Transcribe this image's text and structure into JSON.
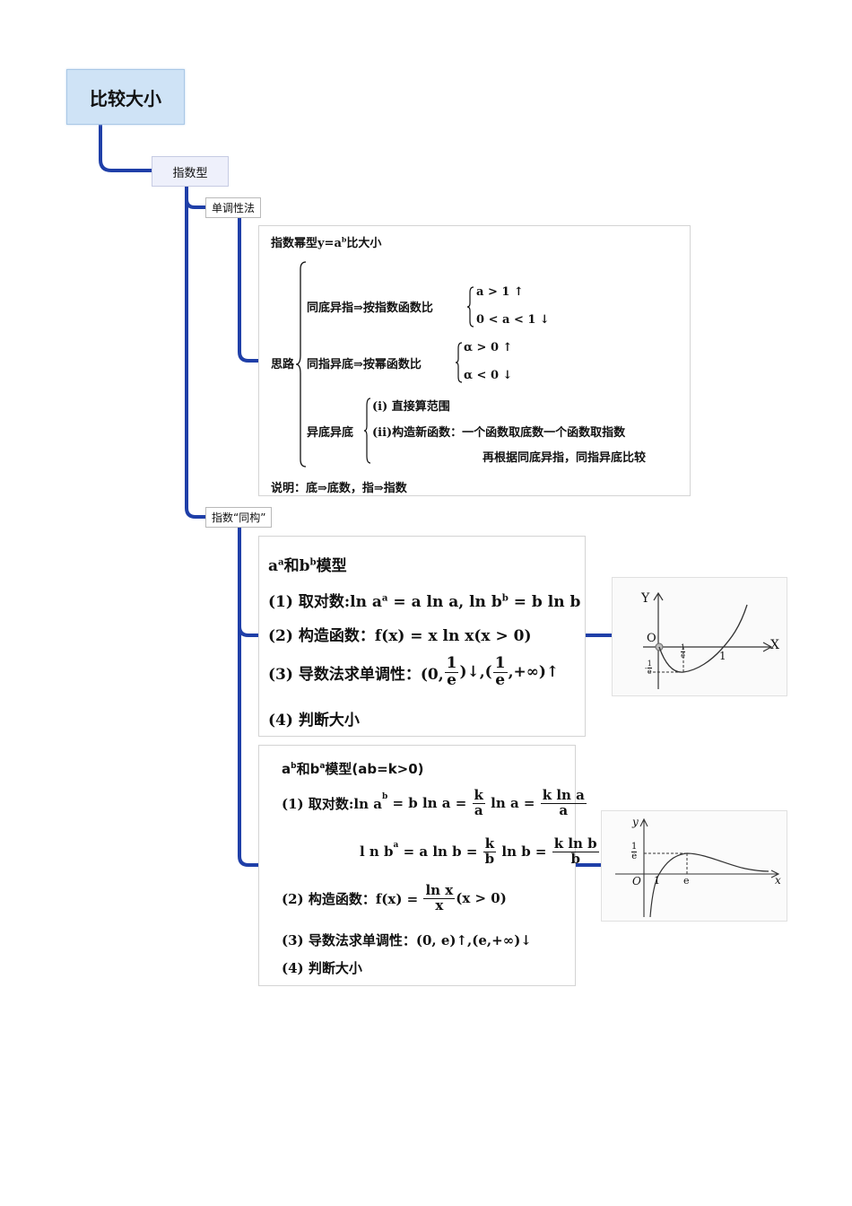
{
  "root": {
    "label": "比较大小"
  },
  "branch": {
    "label": "指数型"
  },
  "method1": {
    "label": "单调性法",
    "title_pre": "指数幂型y=a",
    "title_sup": "b",
    "title_post": "比大小",
    "thinking_label": "思路",
    "case1_text": "同底异指⇒按指数函数比",
    "case1_a": "a > 1 ↑",
    "case1_b": "0 < a < 1 ↓",
    "case2_text": "同指异底⇒按幂函数比",
    "case2_a": "α > 0 ↑",
    "case2_b": "α < 0 ↓",
    "case3_text": "异底异底",
    "case3_i": "(i) 直接算范围",
    "case3_ii": "(ii)构造新函数：一个函数取底数一个函数取指数",
    "case3_ii_cont": "再根据同底异指，同指异底比较",
    "note": "说明：底⇒底数，指⇒指数"
  },
  "method2": {
    "label": "指数“同构”",
    "model1": {
      "title_a": "a",
      "title_a_sup": "a",
      "title_mid": "和b",
      "title_b_sup": "b",
      "title_end": "模型",
      "step1": "(1) 取对数:ln a",
      "step1_sup1": "a",
      "step1_mid": " = a ln a, ln b",
      "step1_sup2": "b",
      "step1_end": " = b ln b",
      "step2": "(2) 构造函数：f(x) = x ln x(x > 0)",
      "step3_pre": "(3) 导数法求单调性：(0,",
      "step3_mid": ")↓,(",
      "step3_end": ",+∞)↑",
      "frac_num": "1",
      "frac_den": "e",
      "step4": "(4) 判断大小",
      "graph": {
        "y_label": "Y",
        "x_label": "X",
        "origin": "O",
        "x_tick": "1",
        "x_tick_frac_num": "1",
        "x_tick_frac_den": "e",
        "y_tick_num": "1",
        "y_tick_den": "e",
        "y_tick_sign": "-"
      }
    },
    "model2": {
      "title_a": "a",
      "title_a_sup": "b",
      "title_mid": "和b",
      "title_b_sup": "a",
      "title_end": "模型(ab=k>0)",
      "step1_pre": "(1) 取对数:ln a",
      "step1_sup": "b",
      "step1_mid": " = b ln a = ",
      "frac1_num": "k",
      "frac1_den": "a",
      "step1_mid2": " ln a = ",
      "frac2_num": "k ln a",
      "frac2_den": "a",
      "line2_pre": "l n b",
      "line2_sup": "a",
      "line2_mid": " = a ln b = ",
      "frac3_num": "k",
      "frac3_den": "b",
      "line2_mid2": " ln b = ",
      "frac4_num": "k ln b",
      "frac4_den": "b",
      "step2_pre": "(2) 构造函数：f(x) = ",
      "step2_frac_num": "ln x",
      "step2_frac_den": "x",
      "step2_end": "(x > 0)",
      "step3": "(3) 导数法求单调性：(0, e)↑,(e,+∞)↓",
      "step4": "(4) 判断大小",
      "graph": {
        "y_label": "y",
        "x_label": "x",
        "origin": "O",
        "x_tick1": "1",
        "x_tick2": "e",
        "y_tick_num": "1",
        "y_tick_den": "e"
      }
    }
  },
  "colors": {
    "connector": "#1f3fa8",
    "root_fill": "#cfe3f6",
    "branch_fill": "#eef0fb"
  }
}
